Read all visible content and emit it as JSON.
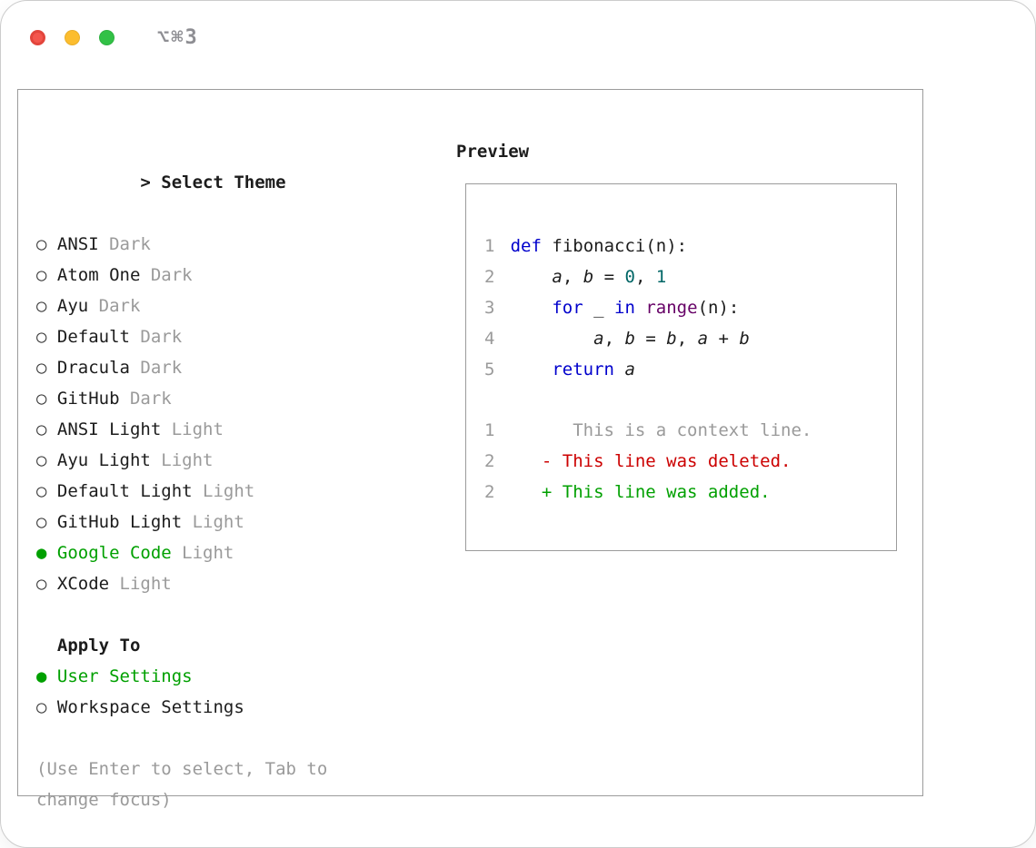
{
  "window": {
    "shortcut": "⌥⌘3"
  },
  "theme_selector": {
    "prompt": ">",
    "title": "Select Theme",
    "unselected_marker": "○",
    "selected_marker": "●",
    "themes": [
      {
        "name": "ANSI",
        "variant": "Dark",
        "selected": false
      },
      {
        "name": "Atom One",
        "variant": "Dark",
        "selected": false
      },
      {
        "name": "Ayu",
        "variant": "Dark",
        "selected": false
      },
      {
        "name": "Default",
        "variant": "Dark",
        "selected": false
      },
      {
        "name": "Dracula",
        "variant": "Dark",
        "selected": false
      },
      {
        "name": "GitHub",
        "variant": "Dark",
        "selected": false
      },
      {
        "name": "ANSI Light",
        "variant": "Light",
        "selected": false
      },
      {
        "name": "Ayu Light",
        "variant": "Light",
        "selected": false
      },
      {
        "name": "Default Light",
        "variant": "Light",
        "selected": false
      },
      {
        "name": "GitHub Light",
        "variant": "Light",
        "selected": false
      },
      {
        "name": "Google Code",
        "variant": "Light",
        "selected": true
      },
      {
        "name": "XCode",
        "variant": "Light",
        "selected": false
      }
    ],
    "apply_to": {
      "title": "Apply To",
      "options": [
        {
          "label": "User Settings",
          "selected": true
        },
        {
          "label": "Workspace Settings",
          "selected": false
        }
      ]
    },
    "hint": "(Use Enter to select, Tab to change focus)"
  },
  "preview": {
    "title": "Preview",
    "code_lines": [
      {
        "num": "1",
        "tokens": [
          [
            "def",
            "kwd"
          ],
          [
            " ",
            "pln"
          ],
          [
            "fibonacci",
            "pln"
          ],
          [
            "(n):",
            "pln"
          ]
        ]
      },
      {
        "num": "2",
        "tokens": [
          [
            "    ",
            "pln"
          ],
          [
            "a",
            "var"
          ],
          [
            ", ",
            "pln"
          ],
          [
            "b",
            "var"
          ],
          [
            " = ",
            "pln"
          ],
          [
            "0",
            "lit"
          ],
          [
            ", ",
            "pln"
          ],
          [
            "1",
            "lit"
          ]
        ]
      },
      {
        "num": "3",
        "tokens": [
          [
            "    ",
            "pln"
          ],
          [
            "for",
            "kwd"
          ],
          [
            " _ ",
            "pln"
          ],
          [
            "in",
            "kwd"
          ],
          [
            " ",
            "pln"
          ],
          [
            "range",
            "typ"
          ],
          [
            "(n):",
            "pln"
          ]
        ]
      },
      {
        "num": "4",
        "tokens": [
          [
            "        ",
            "pln"
          ],
          [
            "a",
            "var"
          ],
          [
            ", ",
            "pln"
          ],
          [
            "b",
            "var"
          ],
          [
            " = ",
            "pln"
          ],
          [
            "b",
            "var"
          ],
          [
            ", ",
            "pln"
          ],
          [
            "a",
            "var"
          ],
          [
            " + ",
            "pln"
          ],
          [
            "b",
            "var"
          ]
        ]
      },
      {
        "num": "5",
        "tokens": [
          [
            "    ",
            "pln"
          ],
          [
            "return",
            "kwd"
          ],
          [
            " ",
            "pln"
          ],
          [
            "a",
            "var"
          ]
        ]
      }
    ],
    "diff_lines": [
      {
        "num": "1",
        "tokens": [
          [
            "      This is a context line.",
            "ctx"
          ]
        ]
      },
      {
        "num": "2",
        "tokens": [
          [
            "   - This line was deleted.",
            "del"
          ]
        ]
      },
      {
        "num": "2",
        "tokens": [
          [
            "   + This line was added.",
            "add"
          ]
        ]
      }
    ]
  },
  "colors": {
    "plain": "#1c1c1c",
    "keyword": "#0000cc",
    "type": "#660066",
    "literal": "#006666",
    "line_number": "#9a9a9a",
    "context": "#9a9a9a",
    "deleted": "#cc0000",
    "added": "#00a000",
    "selected": "#00a000",
    "muted": "#9a9a9a"
  }
}
